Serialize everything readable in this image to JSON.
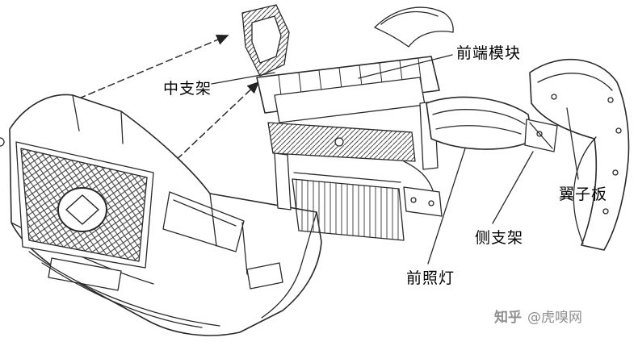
{
  "labels": {
    "front_end_module": "前端模块",
    "center_bracket": "中支架",
    "fender": "翼子板",
    "side_bracket": "侧支架",
    "headlight": "前照灯"
  },
  "watermark": {
    "brand": "知乎",
    "handle": "@虎嗅网"
  },
  "colors": {
    "line": "#2a2a2a",
    "label_text": "#000000",
    "watermark_text": "#8f8f8f",
    "background": "#ffffff"
  }
}
